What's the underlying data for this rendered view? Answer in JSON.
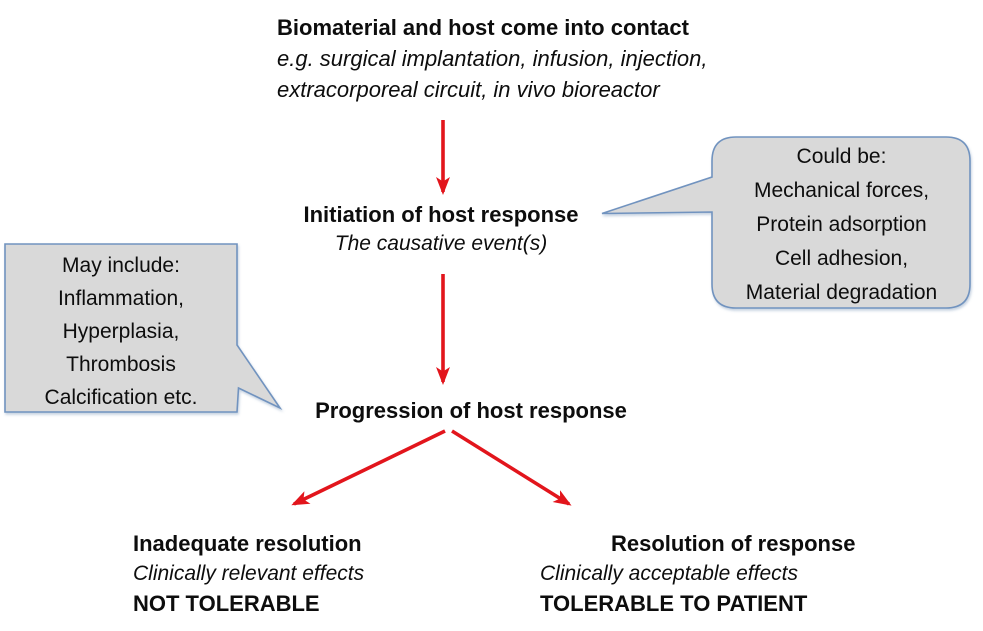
{
  "title": {
    "heading": "Biomaterial and host come into contact",
    "sub1": "e.g. surgical implantation, infusion, injection,",
    "sub2": "extracorporeal circuit, in vivo bioreactor"
  },
  "nodes": {
    "initiation": {
      "label": "Initiation of host response",
      "sub": "The causative event(s)"
    },
    "progression": {
      "label": "Progression of host response"
    }
  },
  "callouts": {
    "right": {
      "lines": [
        "Could be:",
        "Mechanical forces,",
        "Protein adsorption",
        "Cell adhesion,",
        "Material degradation"
      ]
    },
    "left": {
      "lines": [
        "May include:",
        "Inflammation,",
        "Hyperplasia,",
        "Thrombosis",
        "Calcification etc."
      ]
    }
  },
  "outcomes": {
    "left": {
      "label": "Inadequate resolution",
      "sub": "Clinically relevant effects",
      "verdict": "NOT TOLERABLE"
    },
    "right": {
      "label": "Resolution of response",
      "sub": "Clinically acceptable effects",
      "verdict": "TOLERABLE TO PATIENT"
    }
  },
  "colors": {
    "arrow": "#e2151c",
    "callout_fill": "#d9d9d9",
    "callout_border": "#7193bf",
    "text": "#0d0d0d"
  }
}
